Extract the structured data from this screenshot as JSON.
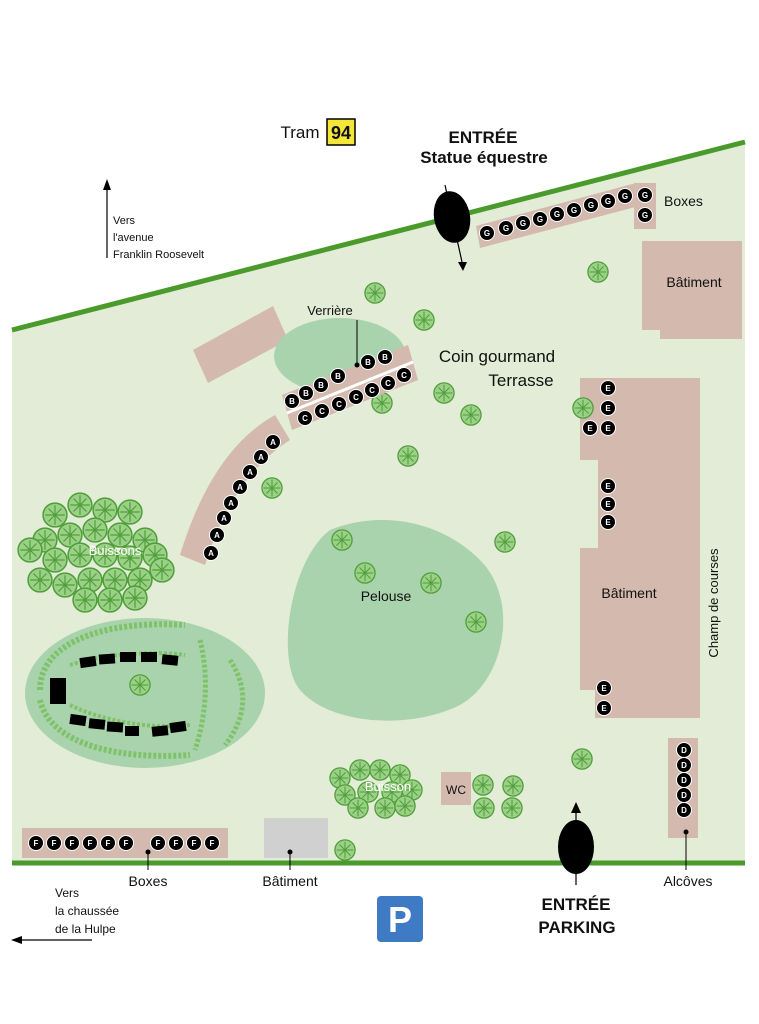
{
  "colors": {
    "ground": "#e3ecd7",
    "building": "#d4b9ae",
    "lawn": "#a9d3ac",
    "bush": "#7fc26a",
    "fence": "#4a9a2c",
    "stall": "#000000",
    "tram_badge": "#f4e73a",
    "parking": "#3e7bc4",
    "gray_building": "#d0d0d0"
  },
  "labels": {
    "tram_text": "Tram",
    "tram_number": "94",
    "entry_top_1": "ENTRÉE",
    "entry_top_2": "Statue équestre",
    "to_roosevelt_1": "Vers",
    "to_roosevelt_2": "l'avenue",
    "to_roosevelt_3": "Franklin Roosevelt",
    "boxes_top": "Boxes",
    "batiment_top": "Bâtiment",
    "verriere": "Verrière",
    "coin_gourmand": "Coin gourmand",
    "terrasse": "Terrasse",
    "buissons": "Buissons",
    "pelouse": "Pelouse",
    "batiment_right": "Bâtiment",
    "champ_de_courses": "Champ de courses",
    "buisson": "Buisson",
    "wc": "WC",
    "boxes_bottom": "Boxes",
    "batiment_bottom": "Bâtiment",
    "alcoves": "Alcôves",
    "entry_bottom_1": "ENTRÉE",
    "entry_bottom_2": "PARKING",
    "to_hulpe_1": "Vers",
    "to_hulpe_2": "la chaussée",
    "to_hulpe_3": "de la Hulpe",
    "parking_icon": "P"
  },
  "stalls": {
    "G_label": "G",
    "B_label": "B",
    "C_label": "C",
    "A_label": "A",
    "E_label": "E",
    "D_label": "D",
    "F_label": "F"
  },
  "icons": [
    "tram-badge",
    "north-arrow-icon",
    "west-arrow-icon",
    "entrance-marker-icon",
    "parking-icon",
    "tree-icon"
  ]
}
